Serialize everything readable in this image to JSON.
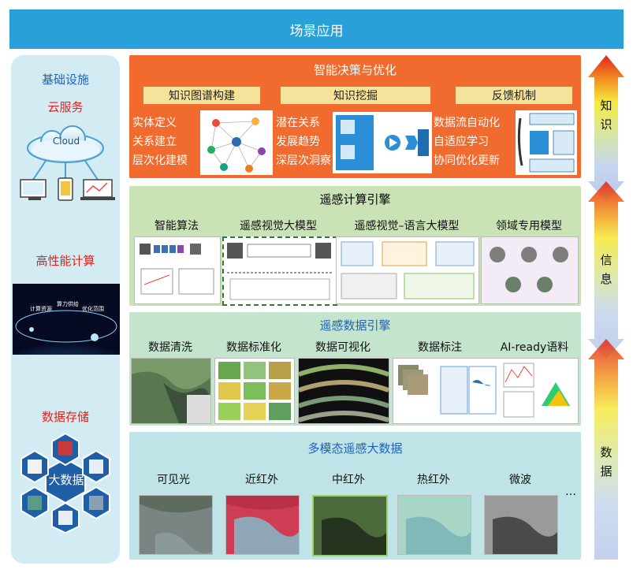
{
  "banner": {
    "title": "场景应用"
  },
  "left": {
    "heading": "基础设施",
    "cloud_service": "云服务",
    "cloud_label": "Cloud",
    "hpc": "高性能计算",
    "hpc_labels": [
      "计算资源",
      "算力供给",
      "优化范围"
    ],
    "storage": "数据存储",
    "bigdata": "大数据"
  },
  "panels": {
    "decision": {
      "title": "智能决策与优化",
      "tags": [
        "知识图谱构建",
        "知识挖掘",
        "反馈机制"
      ],
      "col1": [
        "实体定义",
        "关系建立",
        "层次化建模"
      ],
      "col2": [
        "潜在关系",
        "发展趋势",
        "深层次洞察"
      ],
      "col3": [
        "数据流自动化",
        "自适应学习",
        "协同优化更新"
      ]
    },
    "compute": {
      "title": "遥感计算引擎",
      "items": [
        "智能算法",
        "遥感视觉大模型",
        "遥感视觉–语言大模型",
        "领域专用模型"
      ]
    },
    "data": {
      "title": "遥感数据引擎",
      "items": [
        "数据清洗",
        "数据标准化",
        "数据可视化",
        "数据标注",
        "AI-ready语料"
      ]
    },
    "bigdata": {
      "title": "多模态遥感大数据",
      "items": [
        "可见光",
        "近红外",
        "中红外",
        "热红外",
        "微波"
      ],
      "more": "…"
    }
  },
  "right": {
    "knowledge": [
      "知",
      "识"
    ],
    "information": [
      "信",
      "息"
    ],
    "data": [
      "数",
      "据"
    ]
  },
  "colors": {
    "banner": "#29a0d8",
    "decision": "#f26b2e",
    "compute": "#c9e3b6",
    "data": "#c4e4ce",
    "bigdata": "#bfe3e6",
    "title_blue": "#1f62b8",
    "title_red": "#e2231a"
  }
}
